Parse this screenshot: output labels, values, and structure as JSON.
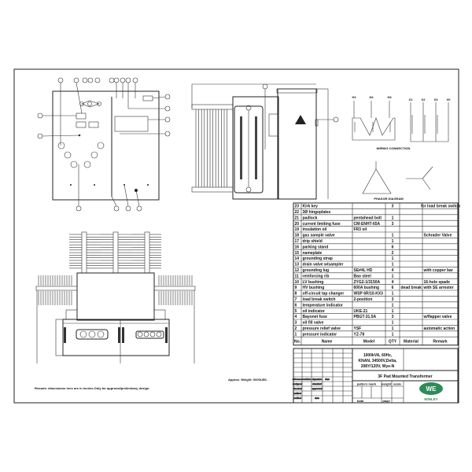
{
  "drawing": {
    "remark": "Remark: dimensions here are in inches.Only for approval/preliminary design.",
    "weight": "Approx. Weight: 0000LBS.",
    "wiring_title": "WIRING CONNECTION",
    "phasor_title": "PHASOR DIAGRAM",
    "hv_terminals": [
      "H1",
      "H2",
      "H3"
    ],
    "lv_terminals": [
      "X1",
      "X2",
      "X3",
      "X0"
    ]
  },
  "bom": {
    "headers": [
      "No.",
      "Name",
      "Model",
      "QTY",
      "Material",
      "Remark"
    ],
    "rows": [
      [
        "23",
        "Kirk key",
        "",
        "3",
        "",
        "for load break switch"
      ],
      [
        "22",
        "3Ø hingeplates",
        "",
        "",
        "",
        ""
      ],
      [
        "21",
        "padlock",
        "pentahead bolt",
        "1",
        "",
        ""
      ],
      [
        "20",
        "current limiting fuse",
        "CM-ENHT-65A",
        "3",
        "",
        ""
      ],
      [
        "19",
        "insulation oil",
        "FR3 oil",
        "",
        "",
        ""
      ],
      [
        "18",
        "gas sample valve",
        "",
        "1",
        "",
        "Schrader Valve"
      ],
      [
        "17",
        "drip shield",
        "",
        "1",
        "",
        ""
      ],
      [
        "16",
        "parking stand",
        "",
        "6",
        "",
        ""
      ],
      [
        "15",
        "nameplate",
        "",
        "2",
        "",
        ""
      ],
      [
        "14",
        "grounding strap",
        "",
        "1",
        "",
        ""
      ],
      [
        "13",
        "drain valve w/sampler",
        "",
        "1",
        "",
        ""
      ],
      [
        "12",
        "grounding lug",
        "SE#4L HD",
        "4",
        "",
        "with copper bar"
      ],
      [
        "11",
        "reinforcing rib",
        "Bao steel",
        "1",
        "",
        ""
      ],
      [
        "10",
        "LV bushing",
        "ZYG2-1/3150A",
        "4",
        "",
        "16-hole spade"
      ],
      [
        "9",
        "HV bushing",
        "600A bushing",
        "6",
        "dead break",
        "with SE arrester"
      ],
      [
        "8",
        "off-circuit tap changer",
        "WSP 6R/10-KX3",
        "1",
        "",
        ""
      ],
      [
        "7",
        "load break switch",
        "2-position",
        "3",
        "",
        ""
      ],
      [
        "6",
        "temperature indicator",
        "",
        "1",
        "",
        ""
      ],
      [
        "5",
        "oil indicator",
        "UKE-21",
        "1",
        "",
        ""
      ],
      [
        "4",
        "Bayonet fuse",
        "PBGT-31.5A",
        "3",
        "",
        "w/flapper valve"
      ],
      [
        "3",
        "oil fill valve",
        "",
        "1",
        "",
        ""
      ],
      [
        "2",
        "pressure relief valve",
        "YSF",
        "1",
        "",
        "automatic action"
      ],
      [
        "1",
        "pressure indicator",
        "YZ-78",
        "1",
        "",
        ""
      ]
    ]
  },
  "title_block": {
    "spec_lines": [
      "1000kVA, 60Hz,",
      "KNAN, 34500V,Delta,",
      "208Y/120V, Wye-N"
    ],
    "title": "3F Pad Mounted Transformer",
    "left_labels": [
      "reference",
      "revision",
      "signature",
      "date",
      "designed",
      "checked",
      "audited",
      "verified",
      "standard",
      "approved",
      "date"
    ],
    "pattern_mark": "pattern mark",
    "weight_label": "weight",
    "scale_label": "scale",
    "total_label": "total",
    "page_label": "page",
    "logo_text": "WE",
    "logo_name": "WINLEY",
    "logo_color": "#2e8b57"
  }
}
